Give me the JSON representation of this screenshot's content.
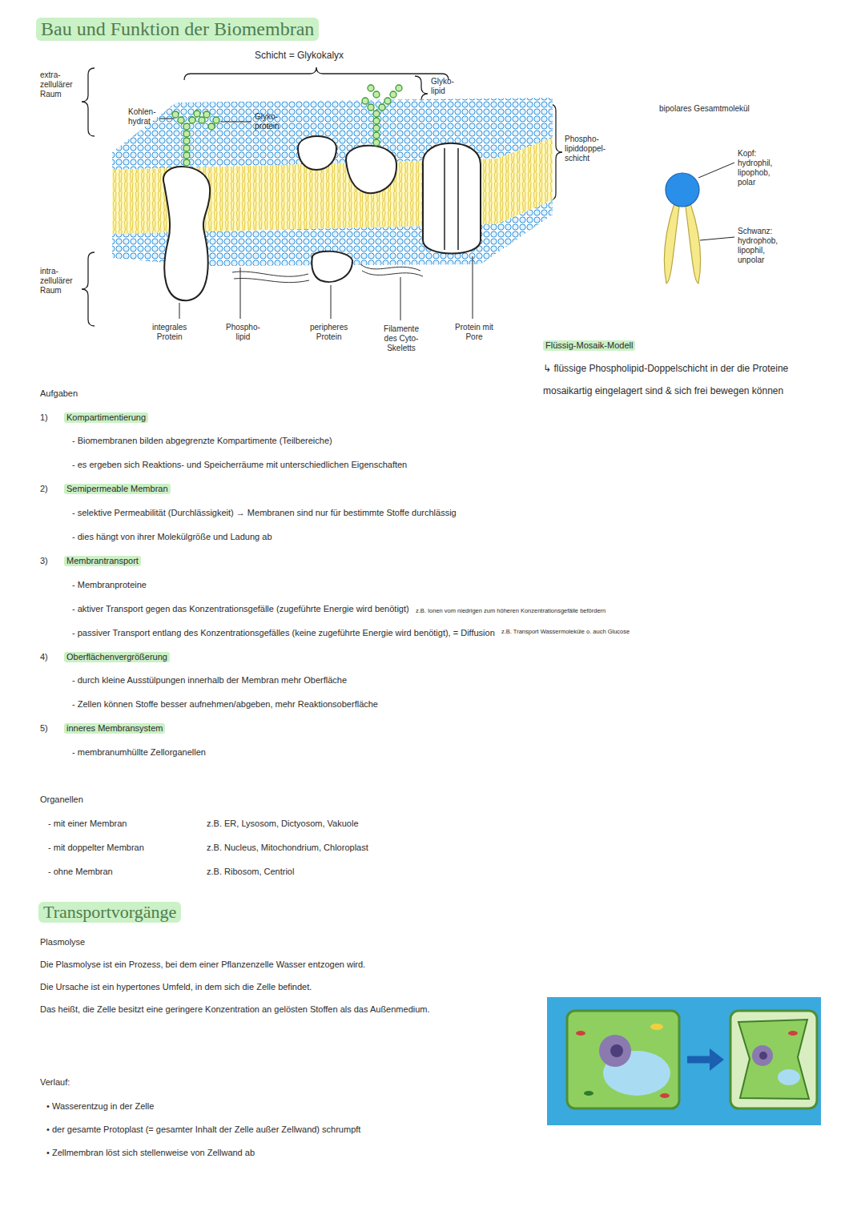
{
  "diagram": {
    "title": "Bau und Funktion der Biomembran",
    "labels": [
      "extra- zellulärer Raum",
      "Schicht = Glykokalyx",
      "Glyko- lipid",
      "Kohlen- hydrat",
      "Glyko- protein",
      "bipolares Gesamtmolekül",
      "Phospho- lipiddoppel- schicht",
      "Kopf: hydrophil, lipophob, polar",
      "Schwanz: hydrophob, lipophil, unpolar",
      "intra- zellulärer Raum",
      "integrales Protein",
      "Phospho- lipid",
      "peripheres Protein",
      "Filamente des Cyto- Skeletts",
      "Protein mit Pore",
      "Flüssig-Mosaik-Modell",
      "↳ flüssige Phospholipid-Doppelschicht in der die Proteine mosaikartig eingelagert sind & sich frei bewegen können",
      "Aufgaben",
      "1)",
      "Kompartimentierung",
      "- Biomembranen bilden abgegrenzte Kompartimente (Teilbereiche)",
      "- es ergeben sich Reaktions- und Speicherräume mit unterschiedlichen Eigenschaften",
      "2)",
      "Semipermeable Membran",
      "- selektive Permeabilität (Durchlässigkeit) → Membranen sind nur für bestimmte Stoffe durchlässig",
      "- dies hängt von ihrer Molekülgröße und Ladung ab",
      "3)",
      "Membrantransport",
      "- Membranproteine",
      "- aktiver Transport gegen das Konzentrationsgefälle (zugeführte Energie wird benötigt)",
      "z.B. Ionen vom niedrigen zum höheren Konzentrationsgefälle befördern",
      "- passiver Transport entlang des Konzentrationsgefälles (keine zugeführte Energie wird benötigt), = Diffusion",
      "z.B. Transport Wassermoleküle o. auch Glucose",
      "4)",
      "Oberflächenvergrößerung",
      "- durch kleine Ausstülpungen innerhalb der Membran mehr Oberfläche",
      "- Zellen können Stoffe besser aufnehmen/abgeben, mehr Reaktionsoberfläche",
      "5)",
      "inneres Membransystem",
      "- membranumhüllte Zellorganellen",
      "Organellen",
      "- mit einer Membran",
      "z.B. ER, Lysosom, Dictyosom, Vakuole",
      "- mit doppelter Membran",
      "z.B. Nucleus, Mitochondrium, Chloroplast",
      "- ohne Membran",
      "z.B. Ribosom, Centriol",
      "Transportvorgänge",
      "Plasmolyse",
      "Die Plasmolyse ist ein Prozess, bei dem einer Pflanzenzelle Wasser entzogen wird.",
      "Die Ursache ist ein hypertones Umfeld, in dem sich die Zelle befindet.",
      "Das heißt, die Zelle besitzt eine geringere Konzentration an gelösten Stoffen als das Außenmedium.",
      "Verlauf:",
      "• Wasserentzug in der Zelle",
      "• der gesamte Protoplast (= gesamter Inhalt der Zelle außer Zellwand) schrumpft",
      "• Zellmembran löst sich stellenweise von Zellwand ab"
    ]
  }
}
